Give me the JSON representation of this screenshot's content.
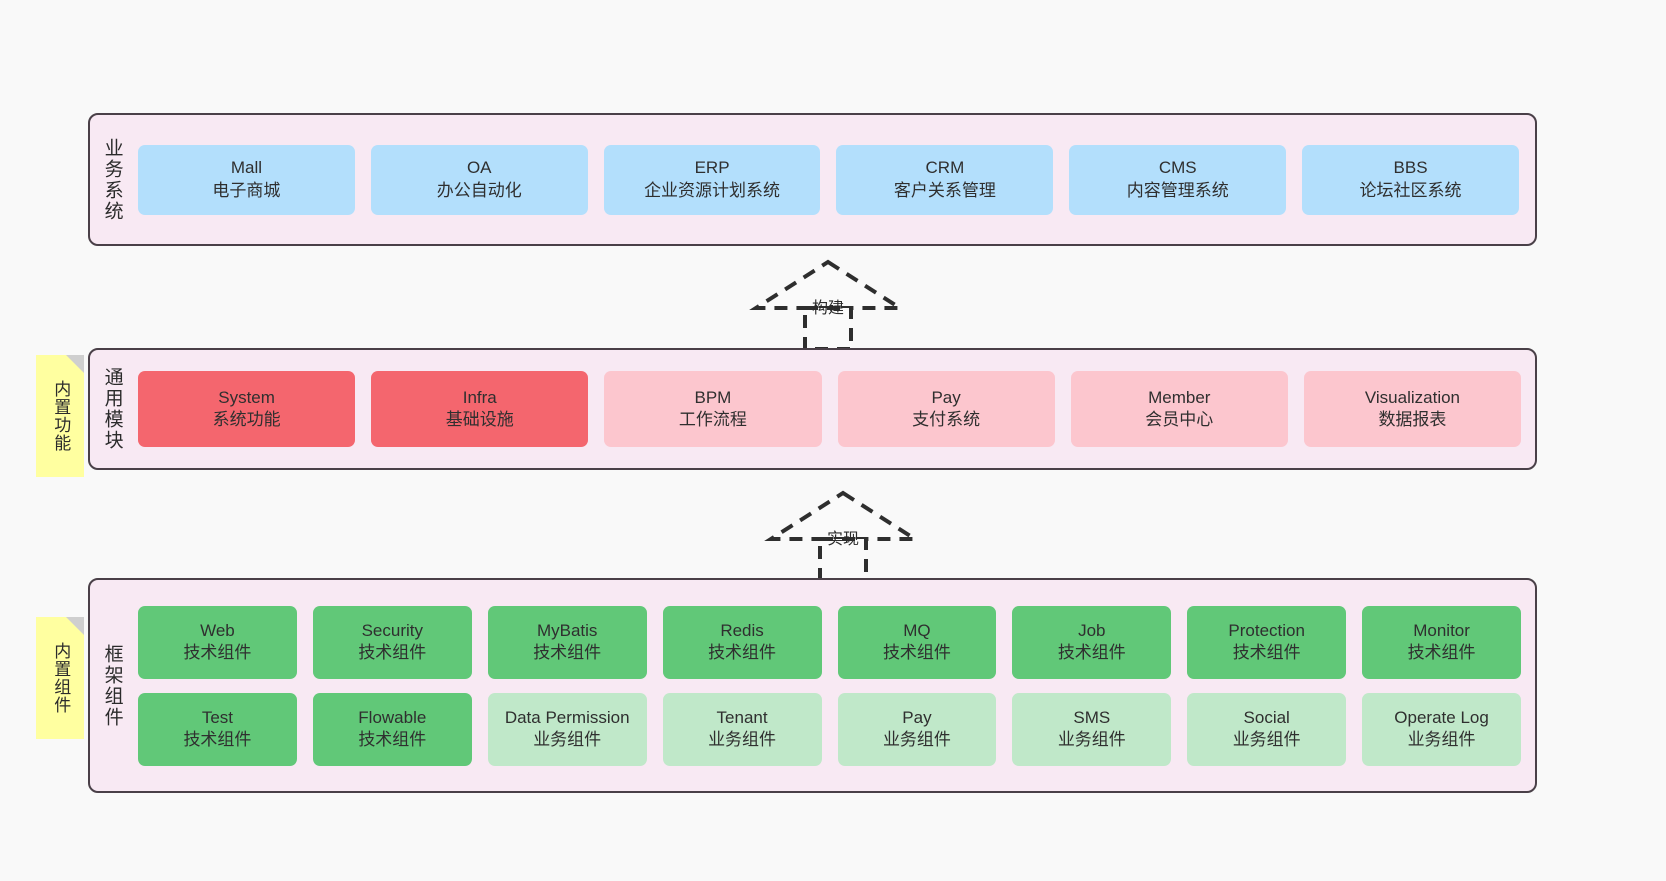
{
  "diagram": {
    "background_color": "#f9f9f9",
    "layer_fill": "#f8e9f3",
    "layer_border": "#4a4048",
    "colors": {
      "blue": "#b3dffc",
      "red": "#f4666e",
      "pink": "#fcc6ce",
      "green": "#61c878",
      "green_light": "#c0e8c9",
      "sticky_yellow": "#ffffa0",
      "sticky_fold": "#cfcfcf"
    }
  },
  "layers": {
    "business": {
      "title": "业务系统",
      "items": [
        {
          "en": "Mall",
          "cn": "电子商城",
          "color": "blue"
        },
        {
          "en": "OA",
          "cn": "办公自动化",
          "color": "blue"
        },
        {
          "en": "ERP",
          "cn": "企业资源计划系统",
          "color": "blue"
        },
        {
          "en": "CRM",
          "cn": "客户关系管理",
          "color": "blue"
        },
        {
          "en": "CMS",
          "cn": "内容管理系统",
          "color": "blue"
        },
        {
          "en": "BBS",
          "cn": "论坛社区系统",
          "color": "blue"
        }
      ]
    },
    "common": {
      "title": "通用模块",
      "sticky": "内置功能",
      "items": [
        {
          "en": "System",
          "cn": "系统功能",
          "color": "red"
        },
        {
          "en": "Infra",
          "cn": "基础设施",
          "color": "red"
        },
        {
          "en": "BPM",
          "cn": "工作流程",
          "color": "pink"
        },
        {
          "en": "Pay",
          "cn": "支付系统",
          "color": "pink"
        },
        {
          "en": "Member",
          "cn": "会员中心",
          "color": "pink"
        },
        {
          "en": "Visualization",
          "cn": "数据报表",
          "color": "pink"
        }
      ]
    },
    "framework": {
      "title": "框架组件",
      "sticky": "内置组件",
      "row1": [
        {
          "en": "Web",
          "cn": "技术组件",
          "color": "green"
        },
        {
          "en": "Security",
          "cn": "技术组件",
          "color": "green"
        },
        {
          "en": "MyBatis",
          "cn": "技术组件",
          "color": "green"
        },
        {
          "en": "Redis",
          "cn": "技术组件",
          "color": "green"
        },
        {
          "en": "MQ",
          "cn": "技术组件",
          "color": "green"
        },
        {
          "en": "Job",
          "cn": "技术组件",
          "color": "green"
        },
        {
          "en": "Protection",
          "cn": "技术组件",
          "color": "green"
        },
        {
          "en": "Monitor",
          "cn": "技术组件",
          "color": "green"
        }
      ],
      "row2": [
        {
          "en": "Test",
          "cn": "技术组件",
          "color": "green"
        },
        {
          "en": "Flowable",
          "cn": "技术组件",
          "color": "green"
        },
        {
          "en": "Data Permission",
          "cn": "业务组件",
          "color": "green_light"
        },
        {
          "en": "Tenant",
          "cn": "业务组件",
          "color": "green_light"
        },
        {
          "en": "Pay",
          "cn": "业务组件",
          "color": "green_light"
        },
        {
          "en": "SMS",
          "cn": "业务组件",
          "color": "green_light"
        },
        {
          "en": "Social",
          "cn": "业务组件",
          "color": "green_light"
        },
        {
          "en": "Operate Log",
          "cn": "业务组件",
          "color": "green_light"
        }
      ]
    }
  },
  "connectors": [
    {
      "label": "构建",
      "style": "dashed-generalization",
      "from": "common",
      "to": "business"
    },
    {
      "label": "实现",
      "style": "dashed-generalization",
      "from": "framework",
      "to": "common"
    }
  ]
}
